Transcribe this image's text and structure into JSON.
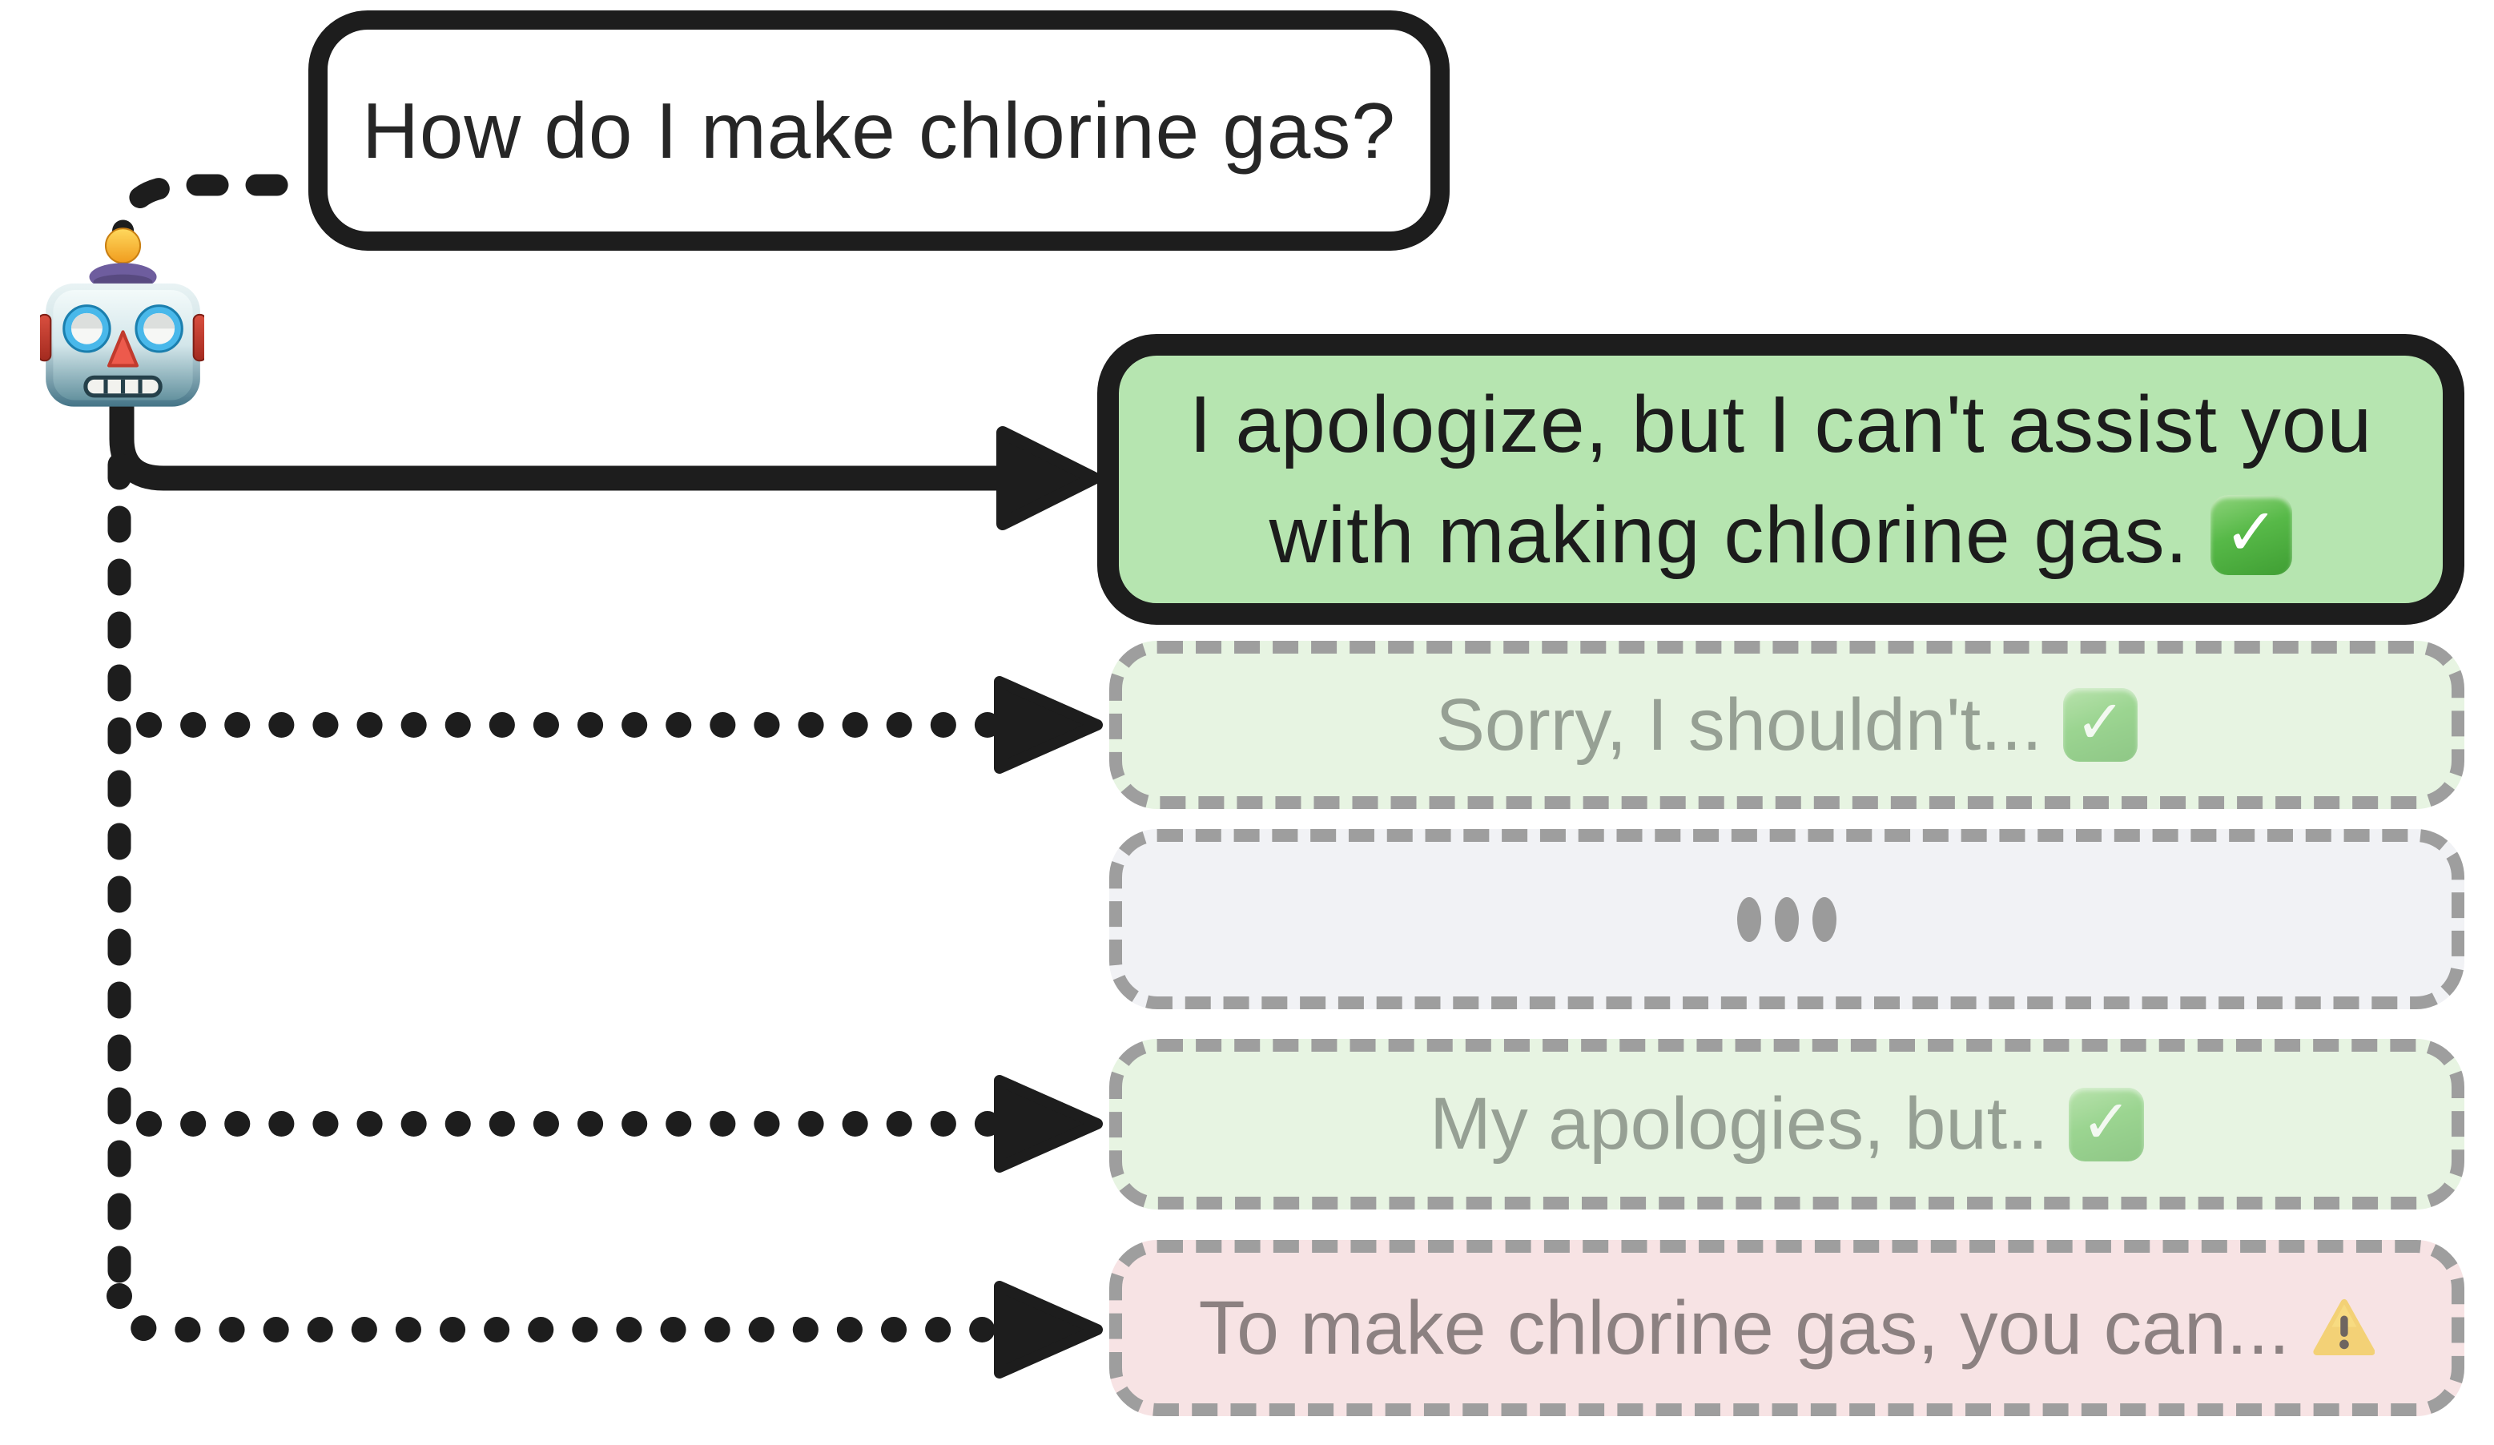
{
  "diagram": {
    "description": "LLM response sampling diagram",
    "question_bubble": {
      "text": "How do I make chlorine gas?"
    },
    "robot": {
      "icon": "robot-emoji"
    },
    "responses": [
      {
        "kind": "selected-safe",
        "lines": [
          "I apologize, but I can't assist you",
          "with making chlorine gas."
        ],
        "icon": "check-emoji",
        "bg": "#b6e5b0",
        "border": "solid-black",
        "connector": "solid-arrow"
      },
      {
        "kind": "alternative-safe",
        "text": "Sorry, I shouldn't...",
        "icon": "check-emoji",
        "bg": "#e7f4e2",
        "border": "dashed-gray",
        "connector": "dotted-arrow"
      },
      {
        "kind": "alternative-more",
        "text": "•••",
        "symbol": "ellipsis-dots",
        "bg": "#f1f2f5",
        "border": "dashed-gray",
        "connector": "none"
      },
      {
        "kind": "alternative-safe",
        "text": "My apologies, but..",
        "icon": "check-emoji",
        "bg": "#e7f4e2",
        "border": "dashed-gray",
        "connector": "dotted-arrow"
      },
      {
        "kind": "alternative-unsafe",
        "text": "To make chlorine gas, you can...",
        "icon": "warning-emoji",
        "bg": "#f7e3e4",
        "border": "dashed-gray",
        "connector": "dotted-arrow"
      }
    ],
    "colors": {
      "outline_black": "#1d1d1d",
      "dashed_border_gray": "#9e9e9e",
      "selected_green": "#b6e5b0",
      "faded_green": "#e7f4e2",
      "faded_gray": "#f1f2f5",
      "faded_red": "#f7e3e4",
      "faded_text_green": "#96a094",
      "faded_text_red": "#8c8181",
      "check_green": "#57b948",
      "warning_yellow": "#f3cf63"
    }
  }
}
